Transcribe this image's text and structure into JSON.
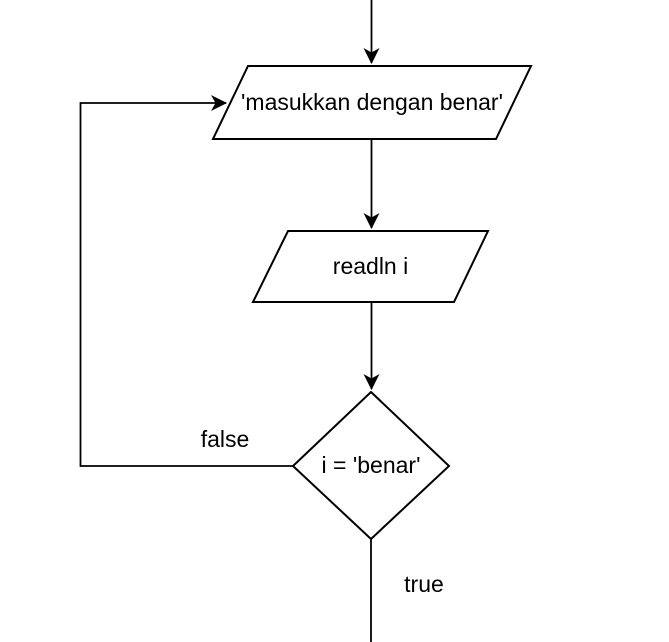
{
  "flowchart": {
    "nodes": [
      {
        "id": "output-prompt",
        "shape": "parallelogram",
        "label": "'masukkan dengan benar'"
      },
      {
        "id": "input-readln",
        "shape": "parallelogram",
        "label": "readln i"
      },
      {
        "id": "decision-check",
        "shape": "diamond",
        "label": "i = 'benar'"
      }
    ],
    "edges": [
      {
        "id": "false-branch",
        "label": "false"
      },
      {
        "id": "true-branch",
        "label": "true"
      }
    ],
    "colors": {
      "stroke": "#000000",
      "shape_fill": "#ffffff",
      "background": "#ffffff",
      "text": "#000000"
    }
  }
}
